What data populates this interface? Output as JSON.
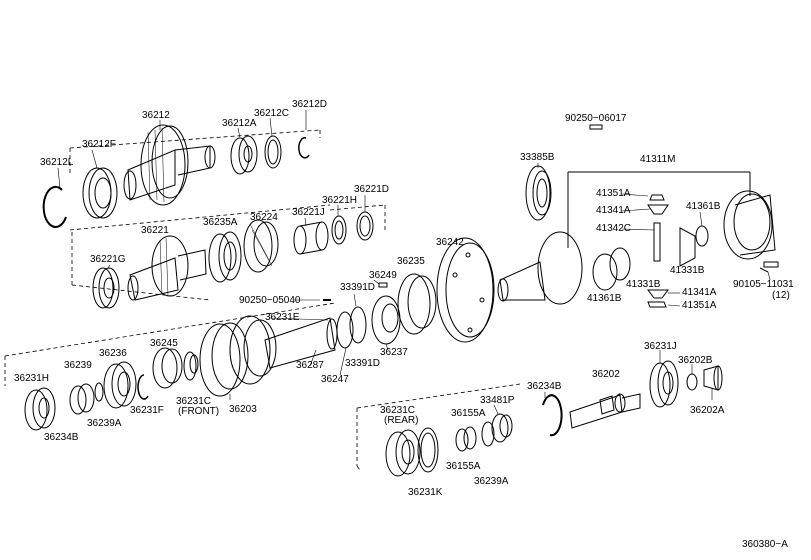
{
  "diagram_ref": "360380−A",
  "labels": [
    {
      "id": "36212",
      "text": "36212"
    },
    {
      "id": "36212D",
      "text": "36212D"
    },
    {
      "id": "36212C",
      "text": "36212C"
    },
    {
      "id": "36212A",
      "text": "36212A"
    },
    {
      "id": "36212F",
      "text": "36212F"
    },
    {
      "id": "36212L",
      "text": "36212L"
    },
    {
      "id": "90250-06017",
      "text": "90250−06017"
    },
    {
      "id": "33385B",
      "text": "33385B"
    },
    {
      "id": "41311M",
      "text": "41311M"
    },
    {
      "id": "36221D",
      "text": "36221D"
    },
    {
      "id": "36221H",
      "text": "36221H"
    },
    {
      "id": "36221J",
      "text": "36221J"
    },
    {
      "id": "36224",
      "text": "36224"
    },
    {
      "id": "36235A",
      "text": "36235A"
    },
    {
      "id": "36221",
      "text": "36221"
    },
    {
      "id": "36221G",
      "text": "36221G"
    },
    {
      "id": "41351A_top",
      "text": "41351A"
    },
    {
      "id": "41341A_top",
      "text": "41341A"
    },
    {
      "id": "41361B",
      "text": "41361B"
    },
    {
      "id": "41342C",
      "text": "41342C"
    },
    {
      "id": "36242",
      "text": "36242"
    },
    {
      "id": "36235",
      "text": "36235"
    },
    {
      "id": "36249",
      "text": "36249"
    },
    {
      "id": "33391D_top",
      "text": "33391D"
    },
    {
      "id": "90250-05040",
      "text": "90250−05040"
    },
    {
      "id": "41331B_a",
      "text": "41331B"
    },
    {
      "id": "41361B_b",
      "text": "41361B"
    },
    {
      "id": "41331B_b",
      "text": "41331B"
    },
    {
      "id": "41341A_b",
      "text": "41341A"
    },
    {
      "id": "41351A_b",
      "text": "41351A"
    },
    {
      "id": "90105-11031",
      "text": "90105−11031"
    },
    {
      "id": "qty12",
      "text": "(12)"
    },
    {
      "id": "36231E",
      "text": "36231E"
    },
    {
      "id": "36245",
      "text": "36245"
    },
    {
      "id": "36236",
      "text": "36236"
    },
    {
      "id": "36239",
      "text": "36239"
    },
    {
      "id": "36231H",
      "text": "36231H"
    },
    {
      "id": "36237",
      "text": "36237"
    },
    {
      "id": "36287",
      "text": "36287"
    },
    {
      "id": "36247",
      "text": "36247"
    },
    {
      "id": "33391D_b",
      "text": "33391D"
    },
    {
      "id": "36231J",
      "text": "36231J"
    },
    {
      "id": "36202B",
      "text": "36202B"
    },
    {
      "id": "36202",
      "text": "36202"
    },
    {
      "id": "36234B_r",
      "text": "36234B"
    },
    {
      "id": "33481P",
      "text": "33481P"
    },
    {
      "id": "36202A",
      "text": "36202A"
    },
    {
      "id": "36231F",
      "text": "36231F"
    },
    {
      "id": "36231C_front",
      "text": "36231C"
    },
    {
      "id": "front",
      "text": "(FRONT)"
    },
    {
      "id": "36203",
      "text": "36203"
    },
    {
      "id": "36239A_l",
      "text": "36239A"
    },
    {
      "id": "36234B_l",
      "text": "36234B"
    },
    {
      "id": "36231C_rear",
      "text": "36231C"
    },
    {
      "id": "rear",
      "text": "(REAR)"
    },
    {
      "id": "36155A_t",
      "text": "36155A"
    },
    {
      "id": "36155A_b",
      "text": "36155A"
    },
    {
      "id": "36239A_r",
      "text": "36239A"
    },
    {
      "id": "36231K",
      "text": "36231K"
    }
  ]
}
